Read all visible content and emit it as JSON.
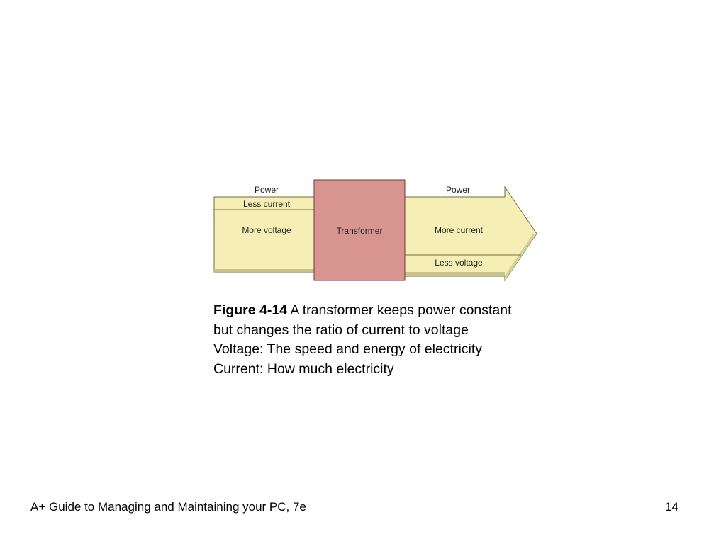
{
  "diagram": {
    "input": {
      "power_label": "Power",
      "current_label": "Less current",
      "voltage_label": "More voltage"
    },
    "transformer_label": "Transformer",
    "output": {
      "power_label": "Power",
      "current_label": "More current",
      "voltage_label": "Less voltage"
    },
    "colors": {
      "band_fill": "#f5efb5",
      "band_outline": "#6e6e3c",
      "transformer_fill": "#d8958f",
      "transformer_outline": "#6b3a37"
    }
  },
  "caption": {
    "figure_label": "Figure 4-14",
    "line1_rest": " A transformer keeps power constant",
    "line2": "but changes the ratio of current to voltage",
    "line3": "Voltage: The speed and energy of electricity",
    "line4": "Current: How much electricity"
  },
  "footer": {
    "book_title": "A+ Guide to Managing and Maintaining your PC, 7e",
    "page_number": "14"
  }
}
